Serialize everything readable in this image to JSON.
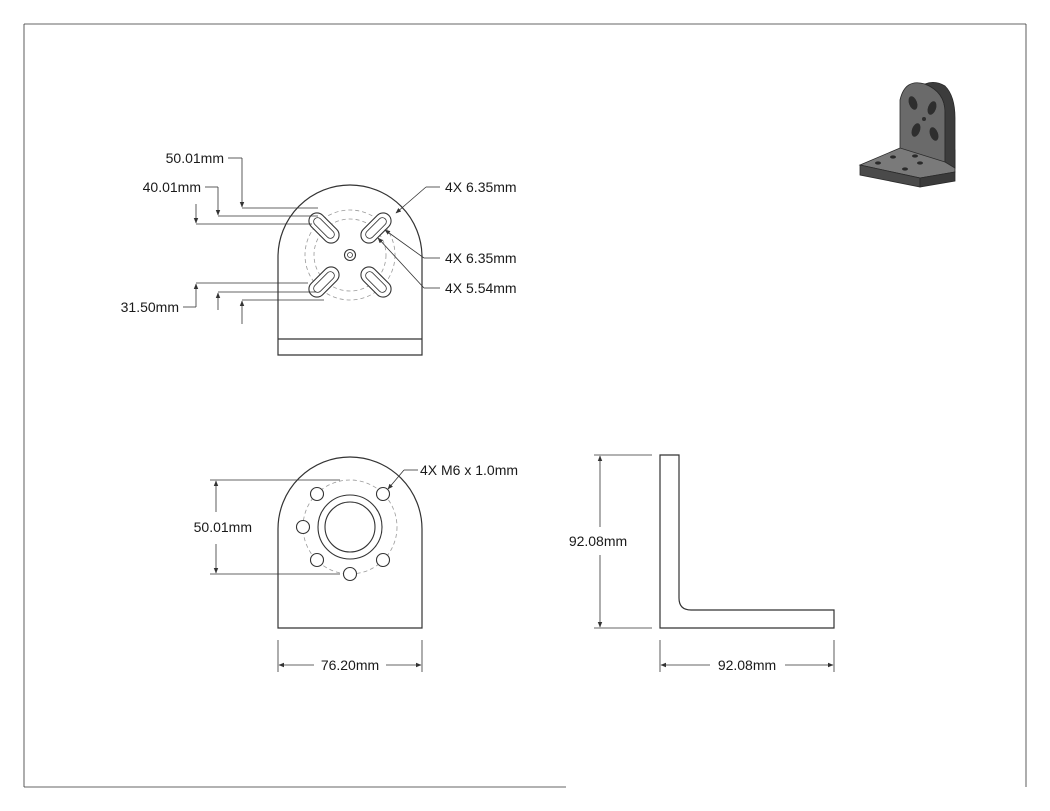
{
  "dimensions": {
    "front_top_offset_1": "50.01mm",
    "front_top_offset_2": "40.01mm",
    "front_bottom_offset": "31.50mm",
    "slot_callout_1": "4X 6.35mm",
    "slot_callout_2": "4X 6.35mm",
    "slot_callout_3": "4X 5.54mm",
    "thread_callout": "4X M6 x 1.0mm",
    "bolt_circle_height": "50.01mm",
    "plate_width": "76.20mm",
    "side_height": "92.08mm",
    "side_width": "92.08mm"
  },
  "colors": {
    "line": "#333333",
    "hidden_line": "#9a9a9a",
    "shade_dark": "#3c3c3c",
    "shade_mid": "#6e6e6e",
    "shade_light": "#9a9a9a"
  }
}
